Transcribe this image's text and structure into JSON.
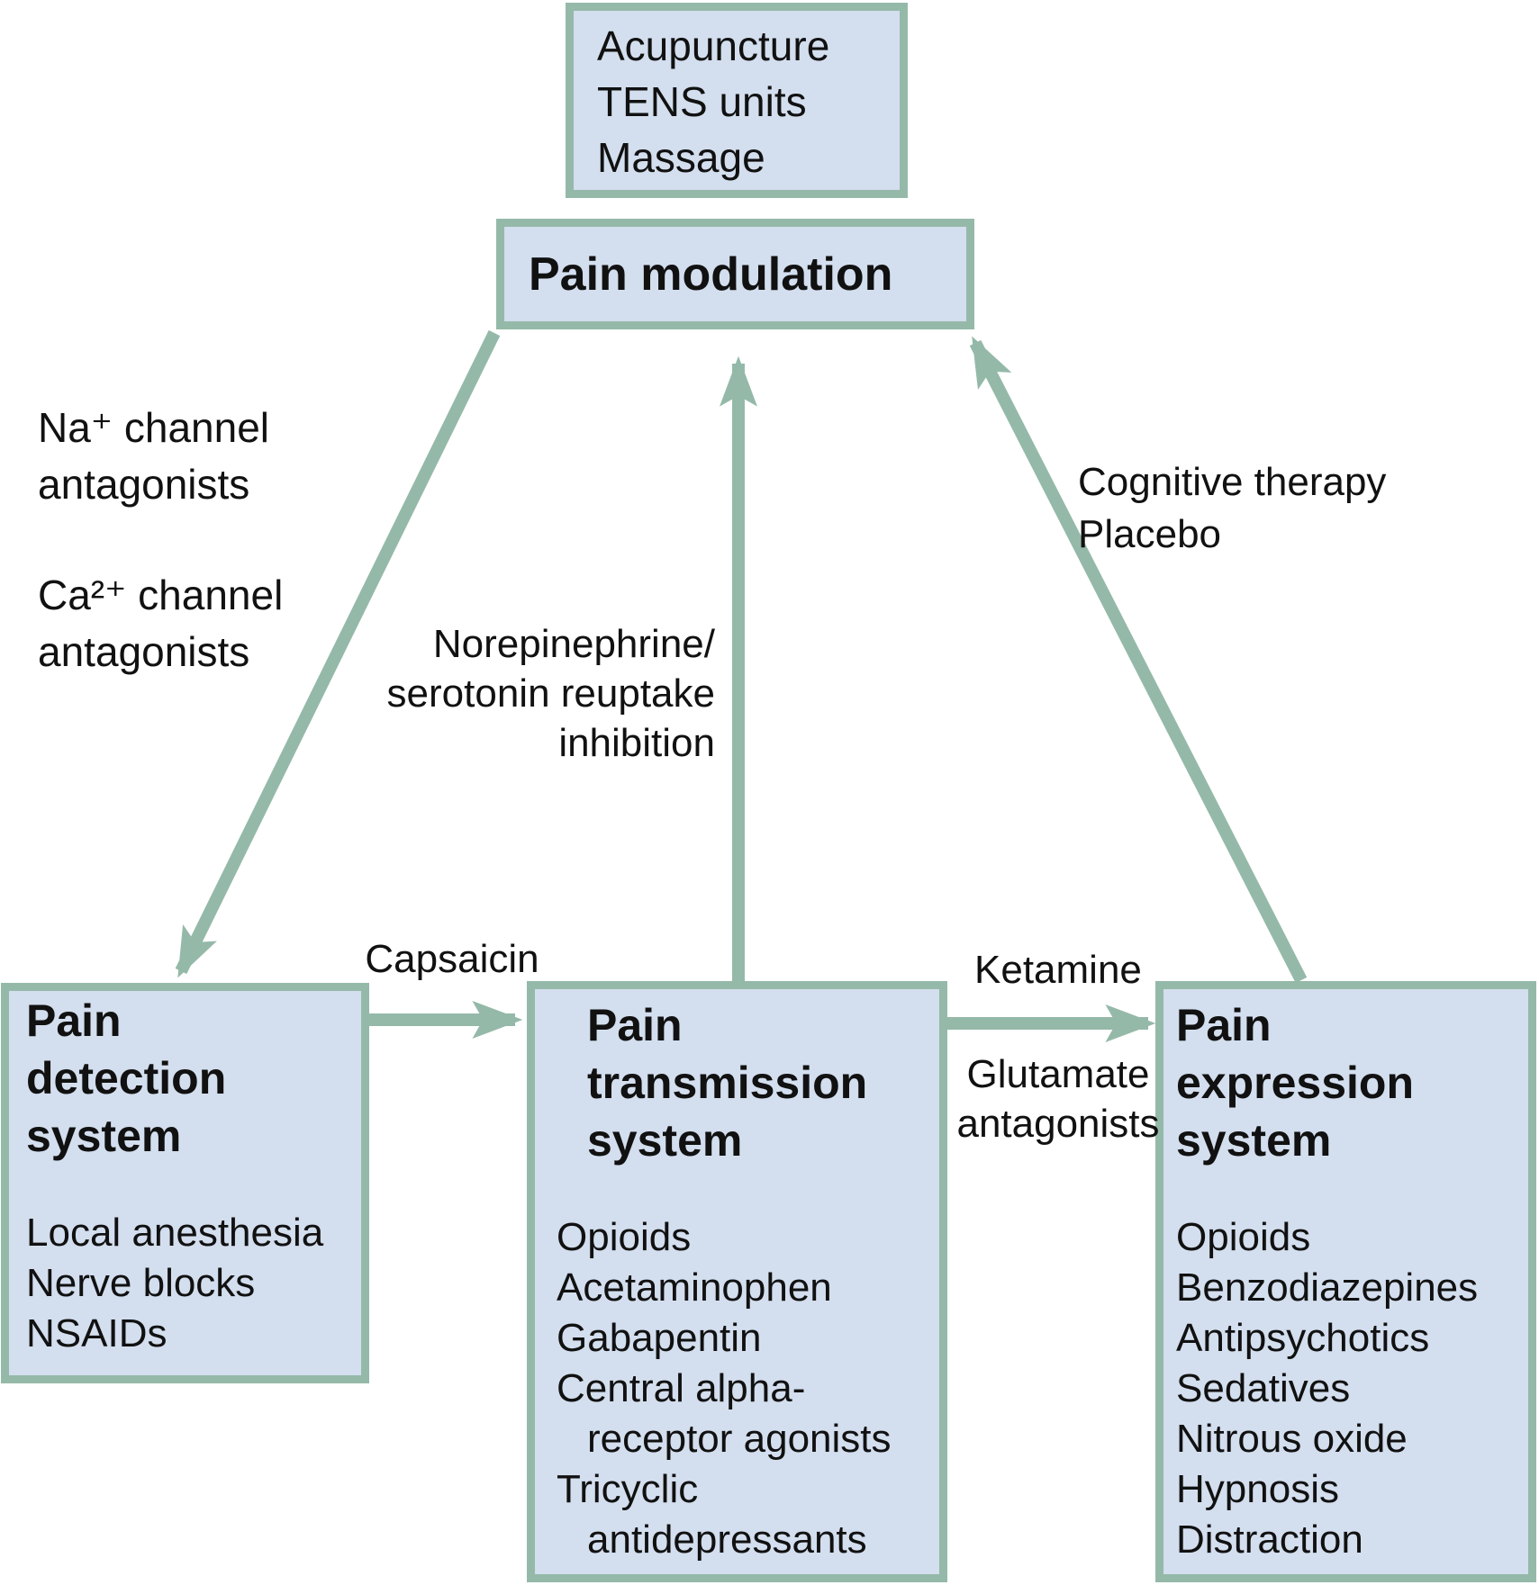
{
  "colors": {
    "box_fill": "#d3deee",
    "box_border": "#95b9a9",
    "arrow": "#95b9a9",
    "text": "#111111",
    "background": "#ffffff"
  },
  "top_box": {
    "lines": [
      "Acupuncture",
      "TENS units",
      "Massage"
    ]
  },
  "modulation_box": {
    "title": "Pain modulation"
  },
  "detection_box": {
    "title_lines": [
      "Pain",
      "detection",
      "system"
    ],
    "items": [
      "Local anesthesia",
      "Nerve blocks",
      "NSAIDs"
    ]
  },
  "transmission_box": {
    "title_lines": [
      "Pain",
      "transmission",
      "system"
    ],
    "items": [
      "Opioids",
      "Acetaminophen",
      "Gabapentin",
      "Central alpha-",
      "receptor agonists",
      "Tricyclic",
      "antidepressants"
    ]
  },
  "expression_box": {
    "title_lines": [
      "Pain",
      "expression",
      "system"
    ],
    "items": [
      "Opioids",
      "Benzodiazepines",
      "Antipsychotics",
      "Sedatives",
      "Nitrous oxide",
      "Hypnosis",
      "Distraction"
    ]
  },
  "labels": {
    "na": {
      "line1": "Na⁺ channel",
      "line2": "antagonists"
    },
    "ca": {
      "line1": "Ca²⁺ channel",
      "line2": "antagonists"
    },
    "norepinephrine": {
      "line1": "Norepinephrine/",
      "line2": "serotonin reuptake",
      "line3": "inhibition"
    },
    "cognitive": {
      "line1": "Cognitive therapy",
      "line2": "Placebo"
    },
    "capsaicin": "Capsaicin",
    "ketamine": "Ketamine",
    "glutamate": {
      "line1": "Glutamate",
      "line2": "antagonists"
    }
  }
}
